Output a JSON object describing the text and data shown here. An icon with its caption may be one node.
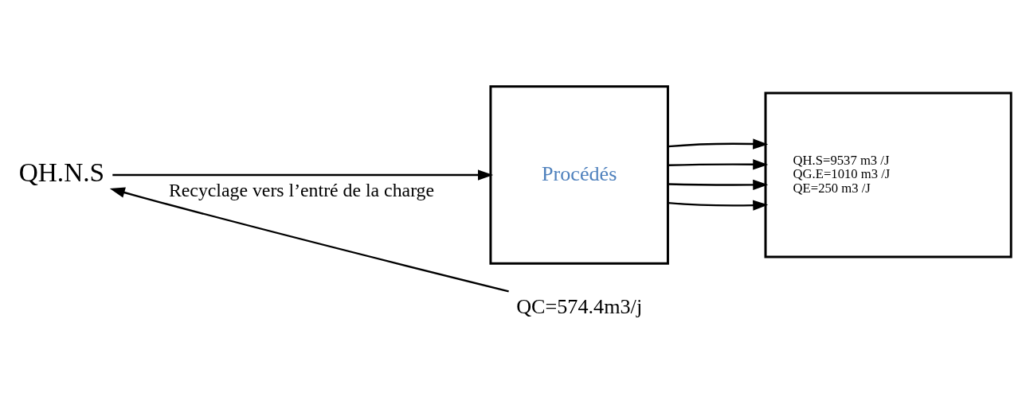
{
  "diagram": {
    "nodes": [
      {
        "text": [
          "QH.N.S"
        ]
      },
      {
        "text": [
          "Procédés"
        ]
      },
      {
        "text": [
          "QH.S=9537 m3 /J",
          "QG.E=1010 m3 /J",
          "QE=250 m3 /J"
        ]
      },
      {
        "text": [
          "QC=574.4m3/j"
        ]
      }
    ],
    "edges": [
      {
        "from": 0,
        "to": 1,
        "arrow": "to"
      },
      {
        "from": 1,
        "to": 2,
        "arrow": "to"
      },
      {
        "from": 1,
        "to": 2,
        "arrow": "to"
      },
      {
        "from": 1,
        "to": 2,
        "arrow": "to"
      },
      {
        "from": 1,
        "to": 2,
        "arrow": "to"
      },
      {
        "from": 3,
        "to": 0,
        "arrow": "to",
        "label": "Recyclage vers l’entré de la charge"
      }
    ]
  }
}
